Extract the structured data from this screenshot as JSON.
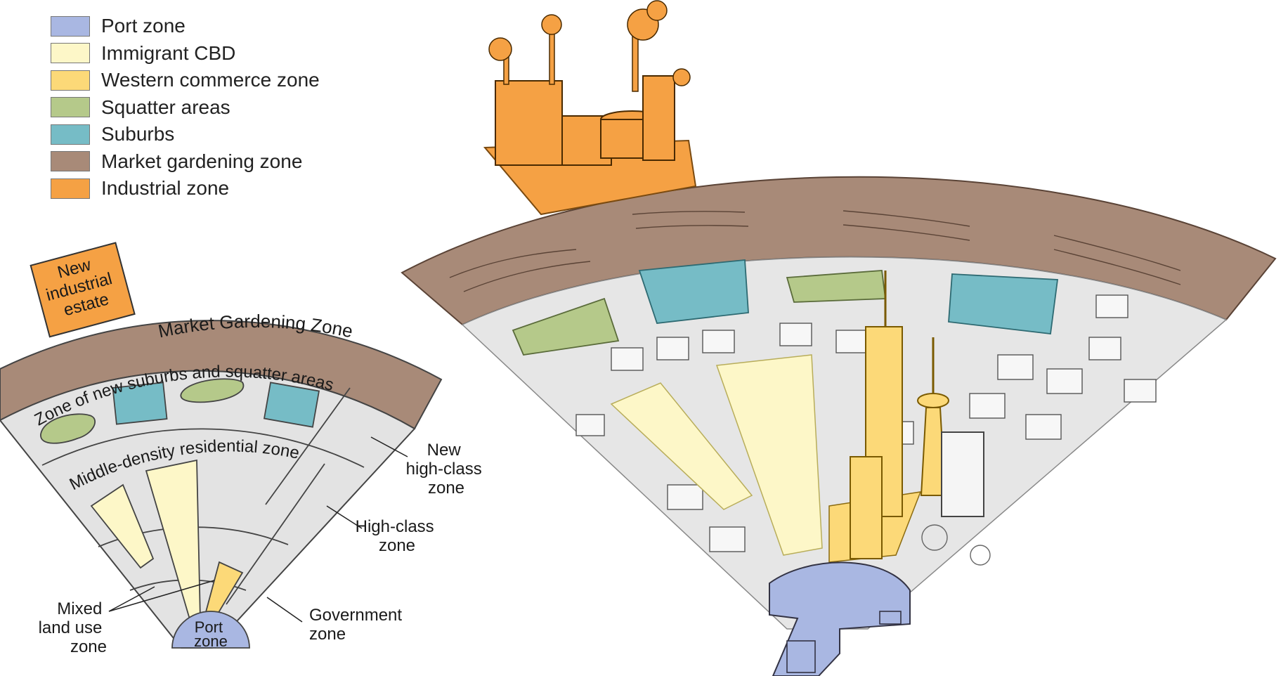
{
  "legend": [
    {
      "label": "Port zone",
      "color": "#a9b7e2"
    },
    {
      "label": "Immigrant CBD",
      "color": "#fdf7c8"
    },
    {
      "label": "Western commerce zone",
      "color": "#fcd978"
    },
    {
      "label": "Squatter areas",
      "color": "#b5c98a"
    },
    {
      "label": "Suburbs",
      "color": "#76bcc6"
    },
    {
      "label": "Market gardening zone",
      "color": "#a88a78"
    },
    {
      "label": "Industrial zone",
      "color": "#f5a144"
    }
  ],
  "diagram": {
    "new_industrial_estate": [
      "New",
      "industrial",
      "estate"
    ],
    "market_gardening_zone": "Market Gardening Zone",
    "suburbs_squatter_zone": "Zone of new suburbs and squatter areas",
    "middle_density_zone": "Middle-density residential zone",
    "new_high_class": [
      "New",
      "high-class",
      "zone"
    ],
    "high_class": [
      "High-class",
      "zone"
    ],
    "government": [
      "Government",
      "zone"
    ],
    "mixed_land_use": [
      "Mixed",
      "land use",
      "zone"
    ],
    "port_zone": [
      "Port",
      "zone"
    ]
  }
}
